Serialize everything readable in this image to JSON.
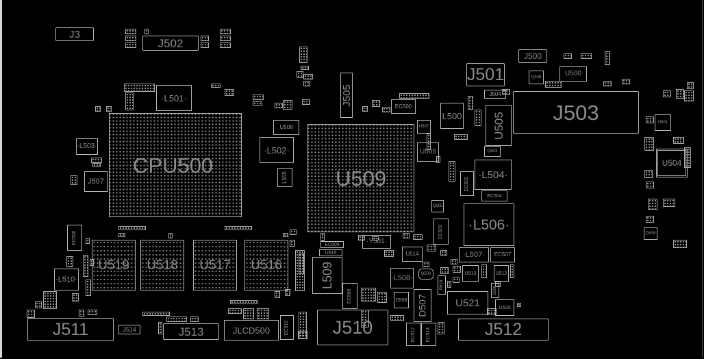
{
  "board": {
    "components": {
      "J3": "J3",
      "J502": "J502",
      "L501": "·L501·",
      "CPU500": "CPU500",
      "L503": "·L503·",
      "J507": "J507",
      "U508": "U508",
      "L502": "·L502·",
      "J505": "J505",
      "L505": "L505",
      "U509": "U509",
      "EC500": "EC500",
      "U507": "U507",
      "L500": "L500",
      "U505": "U505",
      "J501": "J501",
      "J504": "J504",
      "J500": "J500",
      "Q508": "Q508",
      "U500": "U500",
      "J503": "J503",
      "U501": "U501",
      "U506": "U506",
      "Q503": "Q503",
      "L504": "·L504·",
      "EC504": "EC504",
      "EC502": "EC502",
      "U504": "U504",
      "D505": "D505",
      "EC506": "EC506",
      "U519": "U519",
      "U518": "U518",
      "U517": "U517",
      "U516": "U516",
      "L510": "·L510·",
      "J511": "J511",
      "J514": "J514",
      "J513": "J513",
      "JLCD500": "JLCD500",
      "EC505": "EC505",
      "U515": "U515",
      "L509": "L509",
      "EC508": "EC508",
      "EC510": "EC510",
      "J510": "J510",
      "Y501": "·Y501·",
      "Q505": "Q505",
      "EC503": "EC503",
      "L506": "·L506·",
      "U514": "U514",
      "L507": "·L507·",
      "EC507": "EC507",
      "L508": "·L508·",
      "Q503b": "Q503",
      "U513": "U513",
      "U512": "U512",
      "R618": "R618",
      "D506": "D506",
      "D507": "D507",
      "U521": "U521",
      "U520": "U520",
      "EC512": "EC512",
      "EC514": "EC514",
      "J512": "J512",
      "D508": "D508"
    }
  }
}
